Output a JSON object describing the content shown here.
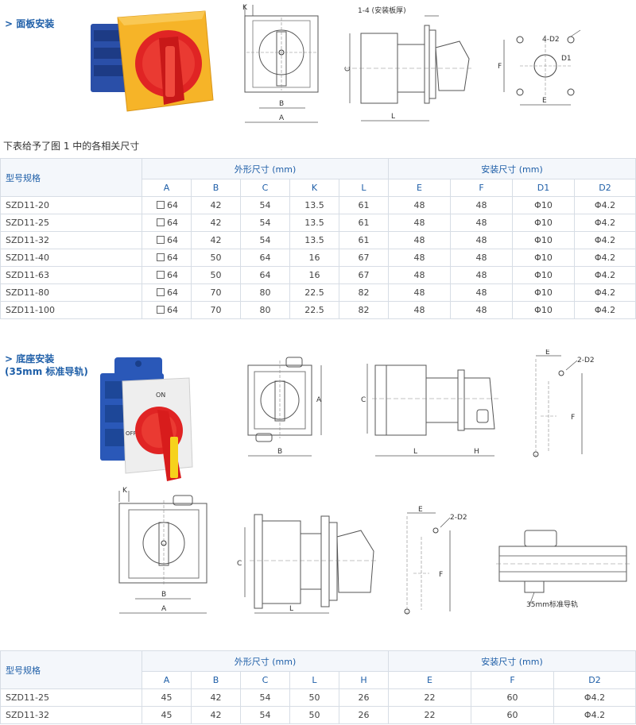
{
  "section1": {
    "title": "> 面板安装"
  },
  "section2": {
    "title_line1": "> 底座安装",
    "title_line2": "(35mm 标准导轨)"
  },
  "caption": "下表给予了图 1 中的各相关尺寸",
  "labels": {
    "K": "K",
    "A": "A",
    "B": "B",
    "C": "C",
    "L": "L",
    "H": "H",
    "E": "E",
    "F": "F",
    "D1": "D1",
    "D2": "4-D2",
    "D2b": "2-D2",
    "thickness": "1-4 (安装板厚)",
    "rail": "35mm标准导轨"
  },
  "switch_marks": {
    "on": "ON",
    "off": "OFF"
  },
  "table1": {
    "header_model": "型号规格",
    "group_outer": "外形尺寸 (mm)",
    "group_install": "安装尺寸 (mm)",
    "columns": [
      "A",
      "B",
      "C",
      "K",
      "L",
      "E",
      "F",
      "D1",
      "D2"
    ],
    "rows": [
      [
        "SZD11-20",
        "64",
        "42",
        "54",
        "13.5",
        "61",
        "48",
        "48",
        "Φ10",
        "Φ4.2"
      ],
      [
        "SZD11-25",
        "64",
        "42",
        "54",
        "13.5",
        "61",
        "48",
        "48",
        "Φ10",
        "Φ4.2"
      ],
      [
        "SZD11-32",
        "64",
        "42",
        "54",
        "13.5",
        "61",
        "48",
        "48",
        "Φ10",
        "Φ4.2"
      ],
      [
        "SZD11-40",
        "64",
        "50",
        "64",
        "16",
        "67",
        "48",
        "48",
        "Φ10",
        "Φ4.2"
      ],
      [
        "SZD11-63",
        "64",
        "50",
        "64",
        "16",
        "67",
        "48",
        "48",
        "Φ10",
        "Φ4.2"
      ],
      [
        "SZD11-80",
        "64",
        "70",
        "80",
        "22.5",
        "82",
        "48",
        "48",
        "Φ10",
        "Φ4.2"
      ],
      [
        "SZD11-100",
        "64",
        "70",
        "80",
        "22.5",
        "82",
        "48",
        "48",
        "Φ10",
        "Φ4.2"
      ]
    ]
  },
  "table2": {
    "header_model": "型号规格",
    "group_outer": "外形尺寸 (mm)",
    "group_install": "安装尺寸 (mm)",
    "columns": [
      "A",
      "B",
      "C",
      "L",
      "H",
      "E",
      "F",
      "D2"
    ],
    "rows": [
      [
        "SZD11-25",
        "45",
        "42",
        "54",
        "50",
        "26",
        "22",
        "60",
        "Φ4.2"
      ],
      [
        "SZD11-32",
        "45",
        "42",
        "54",
        "50",
        "26",
        "22",
        "60",
        "Φ4.2"
      ]
    ]
  }
}
